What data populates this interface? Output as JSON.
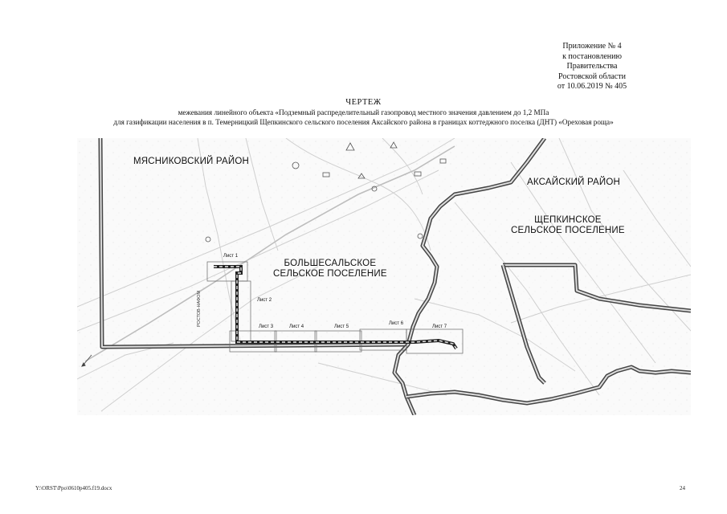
{
  "appendix": {
    "lines": [
      "Приложение № 4",
      "к постановлению",
      "Правительства",
      "Ростовской области",
      "от 10.06.2019 № 405"
    ]
  },
  "title": {
    "heading": "ЧЕРТЕЖ",
    "line1": "межевания линейного объекта «Подземный распределительный газопровод местного значения давлением до 1,2 МПа",
    "line2": "для газификации населения в п. Темерницкий Щепкинского сельского поселения Аксайского района в границах коттеджного поселка (ДНТ) «Ореховая роща»"
  },
  "map": {
    "region_left": "МЯСНИКОВСКИЙ РАЙОН",
    "region_right": "АКСАЙСКИЙ РАЙОН",
    "settlement_center_line1": "БОЛЬШЕСАЛЬСКОЕ",
    "settlement_center_line2": "СЕЛЬСКОЕ ПОСЕЛЕНИЕ",
    "settlement_right_line1": "ЩЕПКИНСКОЕ",
    "settlement_right_line2": "СЕЛЬСКОЕ ПОСЕЛЕНИЕ",
    "road_label": "РОСТОВ-НАФОМ",
    "sheets": [
      "Лист 1",
      "Лист 2",
      "Лист 3",
      "Лист 4",
      "Лист 5",
      "Лист 6",
      "Лист 7"
    ]
  },
  "footer": {
    "file_path": "Y:\\ORST\\Ppo\\0610p405.f19.docx",
    "page_number": "24"
  }
}
